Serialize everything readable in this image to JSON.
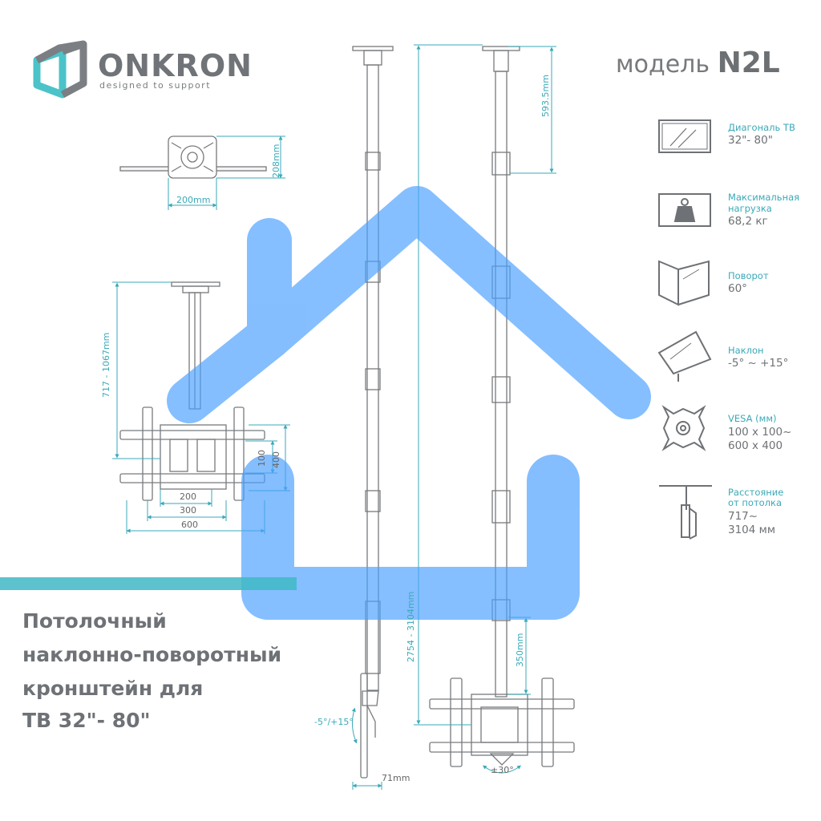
{
  "brand": {
    "name": "ONKRON",
    "tagline": "designed to support",
    "logo_icon": "onkron-box-logo-icon"
  },
  "model": {
    "prefix": "модель",
    "code": "N2L"
  },
  "title_lines": [
    "Потолочный",
    "наклонно-поворотный",
    "кронштейн для",
    "ТВ 32\"- 80\""
  ],
  "specs": [
    {
      "icon": "tv-screen-icon",
      "label_lines": [
        "Диагональ ТВ"
      ],
      "value_lines": [
        "32\"- 80\""
      ]
    },
    {
      "icon": "weight-icon",
      "label_lines": [
        "Максимальная",
        "нагрузка"
      ],
      "value_lines": [
        "68,2 кг"
      ]
    },
    {
      "icon": "swivel-icon",
      "label_lines": [
        "Поворот"
      ],
      "value_lines": [
        "60°"
      ]
    },
    {
      "icon": "tilt-icon",
      "label_lines": [
        "Наклон"
      ],
      "value_lines": [
        "-5° ~ +15°"
      ]
    },
    {
      "icon": "vesa-plate-icon",
      "label_lines": [
        "VESA (мм)"
      ],
      "value_lines": [
        "100 x 100~",
        "600 x 400"
      ]
    },
    {
      "icon": "ceiling-distance-icon",
      "label_lines": [
        "Расстояние",
        "от потолка"
      ],
      "value_lines": [
        "717~",
        "3104 мм"
      ]
    }
  ],
  "dimensions": {
    "plate_height": "208mm",
    "plate_width": "200mm",
    "pole_range_short": "717 - 1067mm",
    "vesa_w_200": "200",
    "vesa_w_300": "300",
    "vesa_w_600": "600",
    "vesa_h_100": "100",
    "vesa_h_400": "400",
    "top_section": "593.5mm",
    "pole_range_long": "2754 - 3104mm",
    "tv_drop": "350mm",
    "tilt_range": "-5°/+15°",
    "depth": "71mm",
    "swivel": "±30°"
  },
  "colors": {
    "accent": "#3aa9b8",
    "text_gray": "#6e7175",
    "line_gray": "#777a7d",
    "watermark_blue": "#4ba0ff"
  }
}
